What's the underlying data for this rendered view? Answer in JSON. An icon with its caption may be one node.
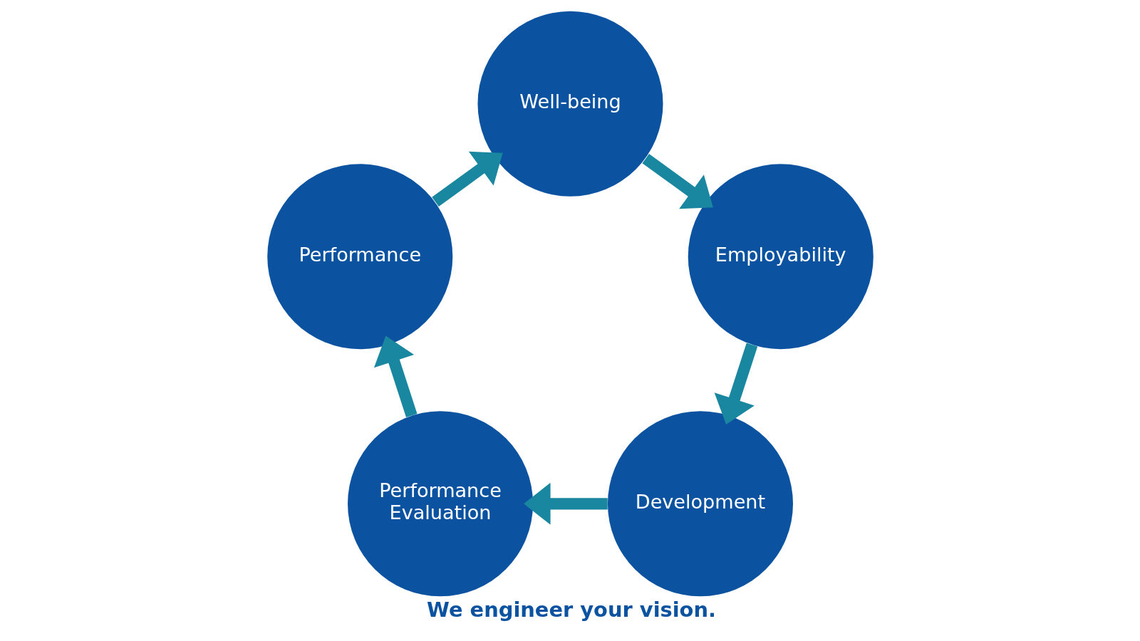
{
  "diagram": {
    "caption": "We engineer your vision.",
    "nodes": [
      {
        "text": [
          "Well-being"
        ]
      },
      {
        "text": [
          "Employability"
        ]
      },
      {
        "text": [
          "Development"
        ]
      },
      {
        "text": [
          "Performance Evaluation"
        ]
      },
      {
        "text": [
          "Performance"
        ]
      }
    ],
    "edges": [
      {
        "from": 0,
        "to": 1,
        "arrow": "to"
      },
      {
        "from": 1,
        "to": 2,
        "arrow": "to"
      },
      {
        "from": 2,
        "to": 3,
        "arrow": "to"
      },
      {
        "from": 3,
        "to": 4,
        "arrow": "to"
      },
      {
        "from": 4,
        "to": 0,
        "arrow": "to"
      }
    ]
  }
}
